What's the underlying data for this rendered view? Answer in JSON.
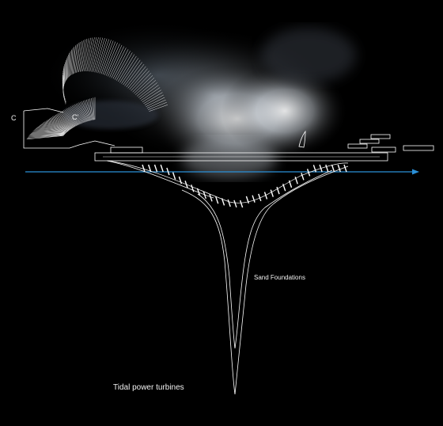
{
  "labels": {
    "section_mark_left": "C",
    "section_mark_right": "C'",
    "sand_foundations": "Sand Foundations",
    "tidal_turbines": "Tidal power turbines"
  },
  "colors": {
    "background": "#000000",
    "linework": "#ffffff",
    "water_line": "#2a8fd6",
    "mist": "#e9eef3"
  }
}
